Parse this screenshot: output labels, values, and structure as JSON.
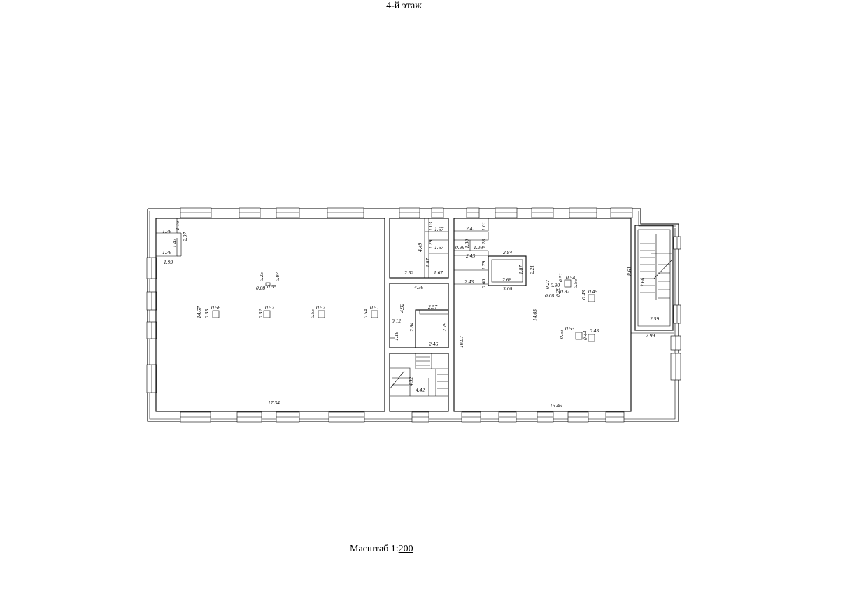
{
  "title": "4-й этаж",
  "scale": {
    "prefix": "Масштаб 1:",
    "value": "200"
  },
  "dims": {
    "d176a": "1.76",
    "d116": "1.16",
    "d147": "1.47",
    "d297": "2.97",
    "d176b": "1.76",
    "d193": "1.93",
    "d025a": "0.25",
    "d007": "0.07",
    "d008a": "0.08",
    "d055a": "0.55",
    "d1467": "14.67",
    "d055b": "0.55",
    "d056": "0.56",
    "d052": "0.52",
    "d057a": "0.57",
    "d055c": "0.55",
    "d057b": "0.57",
    "d054a": "0.54",
    "d051a": "0.51",
    "d1734": "17.34",
    "d449": "4.49",
    "d103": "1.03",
    "d167a": "1.67",
    "d129": "1.29",
    "d167b": "1.67",
    "d187a": "1.87",
    "d252": "2.52",
    "d167c": "1.67",
    "d436": "4.36",
    "d492": "4.92",
    "d257": "2.57",
    "d012": "0.12",
    "d116b": "1.16",
    "d284a": "2.84",
    "d279": "2.79",
    "d246": "2.46",
    "d1007": "10.07",
    "d432": "4.32",
    "d442": "4.42",
    "d241": "2.41",
    "d101": "1.01",
    "d099": "0.99",
    "d130": "1.30",
    "d126": "1.26",
    "d128": "1.28",
    "d243a": "2.43",
    "d179": "1.79",
    "d060": "0.60",
    "d243b": "2.43",
    "d284b": "2.84",
    "d187b": "1.87",
    "d221": "2.21",
    "d268": "2.68",
    "d300": "3.00",
    "d027": "0.27",
    "d090": "0.90",
    "d051b": "0.51",
    "d054b": "0.54",
    "d056b": "0.56",
    "d008b": "0.08",
    "d028": "0.28",
    "d082": "0.82",
    "d043a": "0.43",
    "d045": "0.45",
    "d1465": "14.65",
    "d053a": "0.53",
    "d053b": "0.53",
    "d044": "0.44",
    "d043b": "0.43",
    "d1646": "16.46",
    "d861": "8.61",
    "d766": "7.66",
    "d259": "2.59",
    "d299": "2.99"
  }
}
